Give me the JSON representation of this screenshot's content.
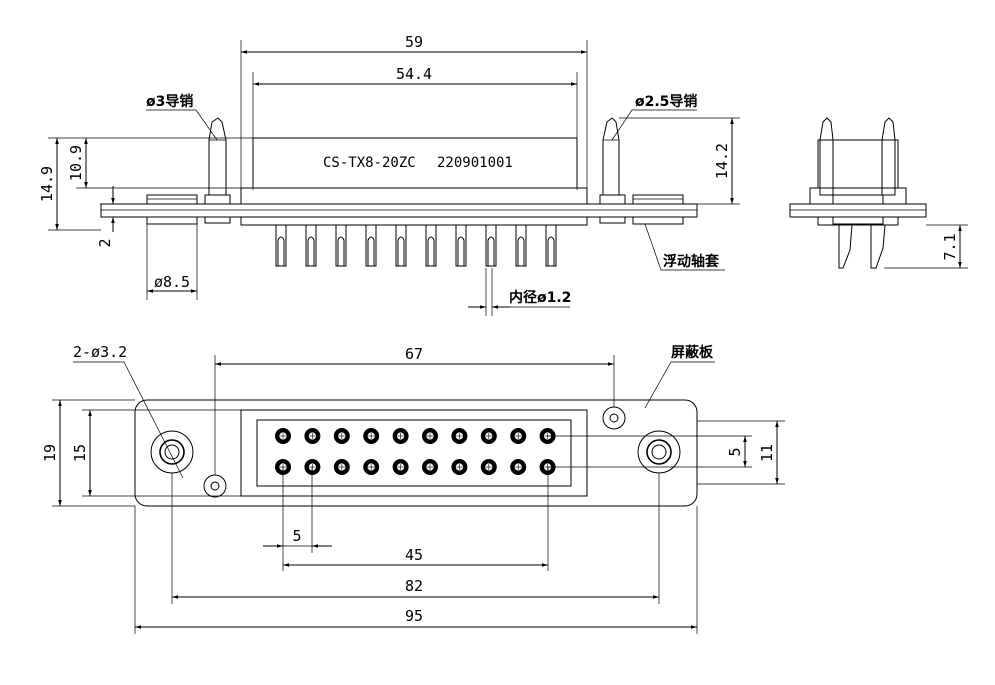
{
  "part_number": "CS-TX8-20ZC",
  "serial": "220901001",
  "labels": {
    "guide_pin_3": "ø3导销",
    "guide_pin_2_5": "ø2.5导销",
    "floating_bushing": "浮动轴套",
    "inner_diameter": "内径ø1.2",
    "shield_plate": "屏蔽板",
    "mounting_holes": "2-ø3.2"
  },
  "dimensions": {
    "top_width": "59",
    "top_inner_width": "54.4",
    "height_14_9": "14.9",
    "height_10_9": "10.9",
    "thickness_2": "2",
    "bushing_dia": "ø8.5",
    "height_14_2": "14.2",
    "side_7_1": "7.1",
    "front_67": "67",
    "front_19": "19",
    "front_15": "15",
    "pitch_5": "5",
    "span_45": "45",
    "span_82": "82",
    "width_95": "95",
    "row_gap_5": "5",
    "height_11": "11"
  }
}
